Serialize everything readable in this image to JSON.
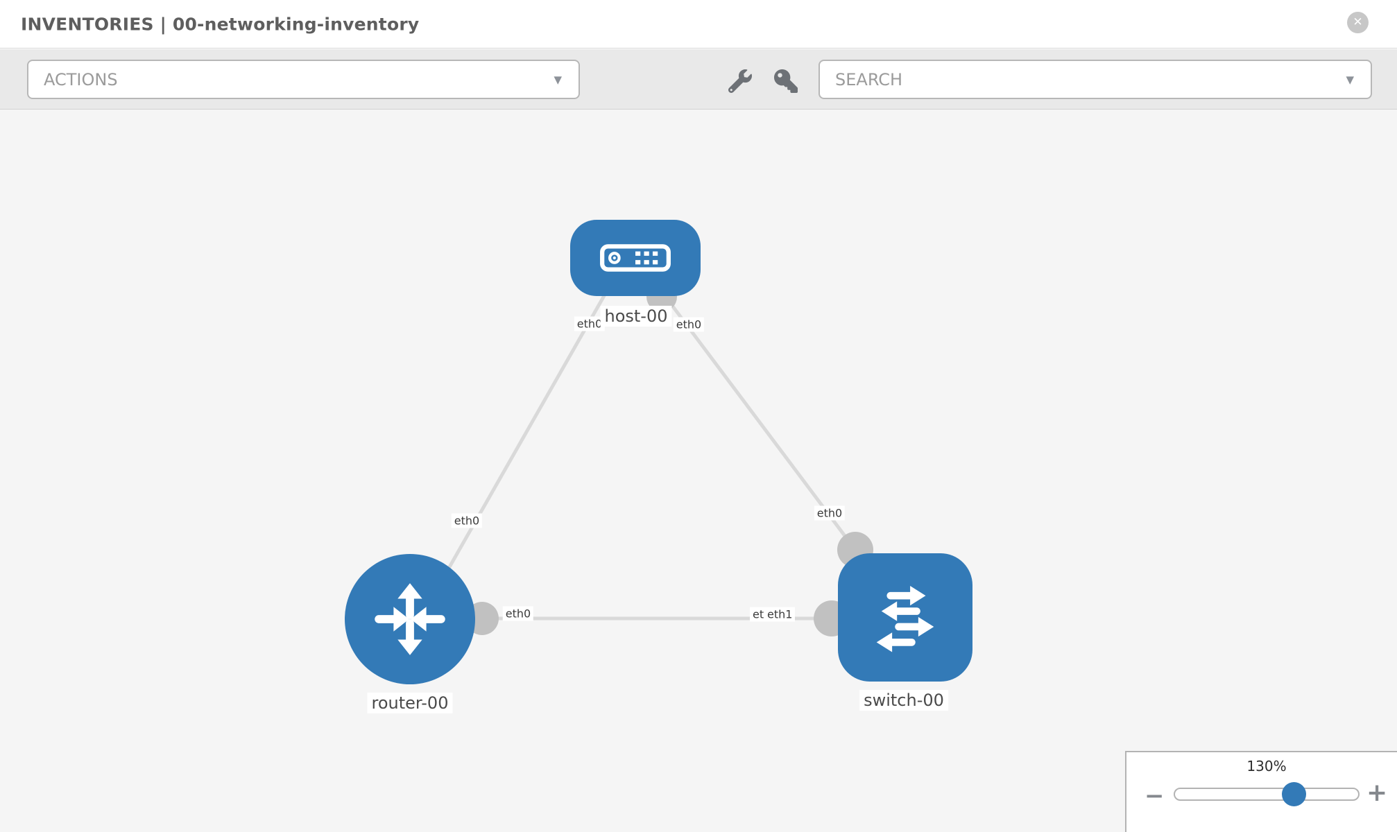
{
  "header": {
    "title": "INVENTORIES | 00-networking-inventory"
  },
  "toolbar": {
    "actions_label": "ACTIONS",
    "search_label": "SEARCH"
  },
  "icons": {
    "close": "✕",
    "dropdown_caret": "▼",
    "wrench": "wrench-icon",
    "key": "key-icon"
  },
  "topology": {
    "nodes": [
      {
        "id": "host-00",
        "label": "host-00",
        "type": "host"
      },
      {
        "id": "router-00",
        "label": "router-00",
        "type": "router"
      },
      {
        "id": "switch-00",
        "label": "switch-00",
        "type": "switch"
      }
    ],
    "links": [
      {
        "from": "host-00",
        "from_if": "eth0",
        "to": "router-00",
        "to_if": "eth0"
      },
      {
        "from": "host-00",
        "from_if": "eth0",
        "to": "switch-00",
        "to_if": "eth0"
      },
      {
        "from": "router-00",
        "from_if": "eth0",
        "to": "switch-00",
        "to_if": "eth1",
        "overlapped_if": "eth0"
      }
    ]
  },
  "zoom_control": {
    "level": "130%",
    "minus_label": "−",
    "plus_label": "+",
    "slider_value_pct": 64.5
  },
  "colors": {
    "accent_blue": "#337ab7",
    "link_gray": "#d9d9d9",
    "interface_gray": "#c1c1c1",
    "toolbar_gray": "#e9e9e9",
    "canvas_gray": "#f5f5f5"
  }
}
